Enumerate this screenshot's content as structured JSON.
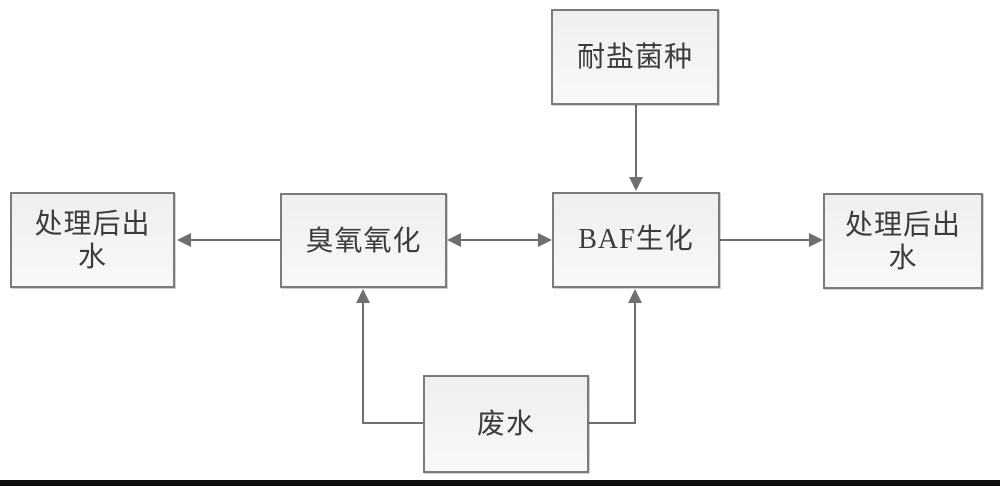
{
  "diagram": {
    "type": "flowchart",
    "nodes": {
      "salt_tolerant_strain": {
        "label": "耐盐菌种"
      },
      "effluent_left": {
        "label": "处理后出\n水"
      },
      "ozone_oxidation": {
        "label": "臭氧氧化"
      },
      "baf_biochemical": {
        "label": "BAF生化"
      },
      "effluent_right": {
        "label": "处理后出\n水"
      },
      "wastewater": {
        "label": "废水"
      }
    },
    "edges": [
      {
        "from": "耐盐菌种",
        "to": "BAF生化",
        "type": "arrow",
        "direction": "down"
      },
      {
        "from": "臭氧氧化",
        "to": "处理后出水(左)",
        "type": "arrow",
        "direction": "left"
      },
      {
        "from": "臭氧氧化",
        "to": "BAF生化",
        "type": "double-arrow",
        "direction": "horizontal"
      },
      {
        "from": "BAF生化",
        "to": "处理后出水(右)",
        "type": "arrow",
        "direction": "right"
      },
      {
        "from": "废水",
        "to": "臭氧氧化",
        "type": "arrow",
        "direction": "left-then-up"
      },
      {
        "from": "废水",
        "to": "BAF生化",
        "type": "arrow",
        "direction": "right-then-up"
      }
    ],
    "colors": {
      "node_fill": "#f4f4f4",
      "node_border": "#7b7b7b",
      "edge": "#6f6f6f",
      "text": "#3c3c3c",
      "bottom_rule": "#0e0e0e",
      "background": "#ffffff"
    }
  }
}
